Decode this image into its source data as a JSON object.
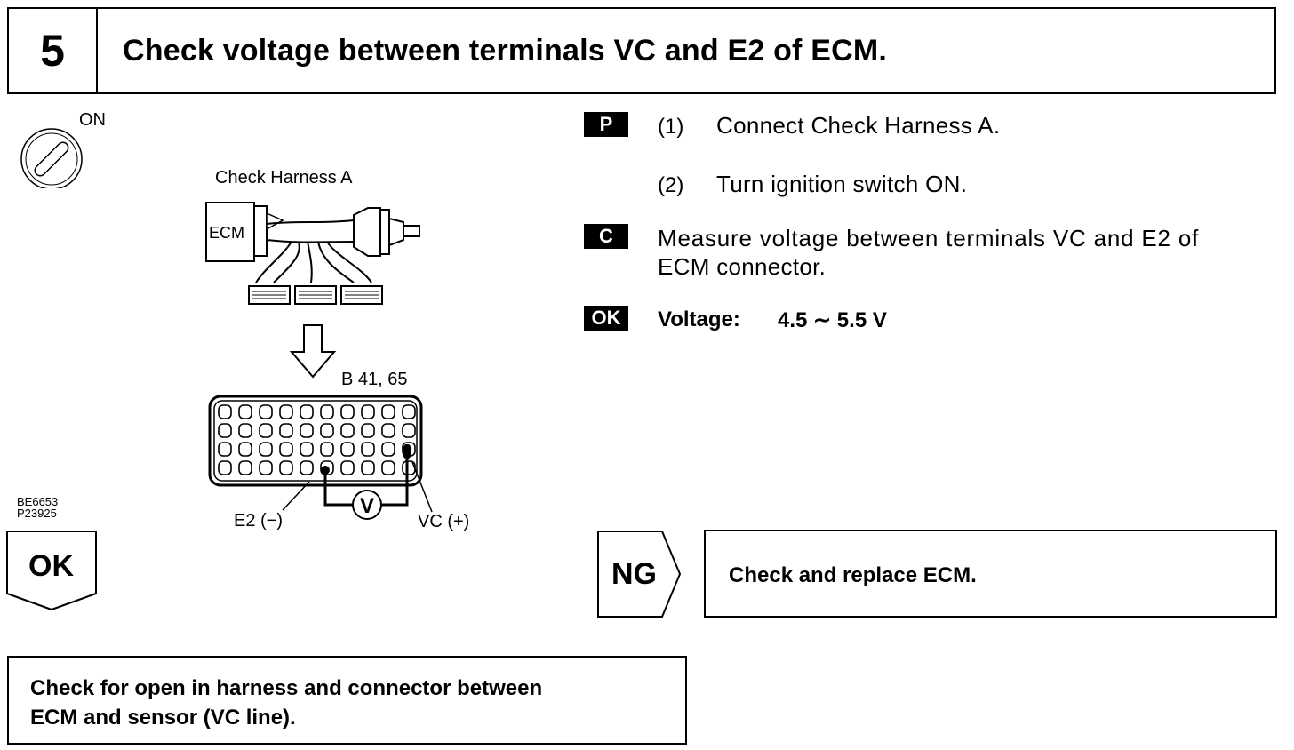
{
  "header": {
    "step_number": "5",
    "title": "Check voltage between terminals VC and E2 of ECM."
  },
  "illustration": {
    "ignition_label": "ON",
    "harness_label": "Check Harness A",
    "ecm_label": "ECM",
    "connector_label": "B 41, 65",
    "e2_label": "E2 (−)",
    "vc_label": "VC (+)",
    "voltmeter_symbol": "V",
    "figure_codes": [
      "BE6653",
      "P23925"
    ]
  },
  "instructions": {
    "prep_tag": "P",
    "steps": [
      {
        "number": "(1)",
        "text": "Connect Check Harness A."
      },
      {
        "number": "(2)",
        "text": "Turn ignition switch ON."
      }
    ],
    "check_tag": "C",
    "check_text_line1": "Measure voltage between terminals VC and E2 of",
    "check_text_line2": "ECM connector.",
    "ok_tag": "OK",
    "ok_label": "Voltage:",
    "ok_value": "4.5 ∼ 5.5 V"
  },
  "results": {
    "ok_label": "OK",
    "ng_label": "NG",
    "ng_action": "Check and replace ECM.",
    "ok_action_line1": "Check for open in harness and connector between",
    "ok_action_line2": "ECM and sensor (VC line)."
  }
}
